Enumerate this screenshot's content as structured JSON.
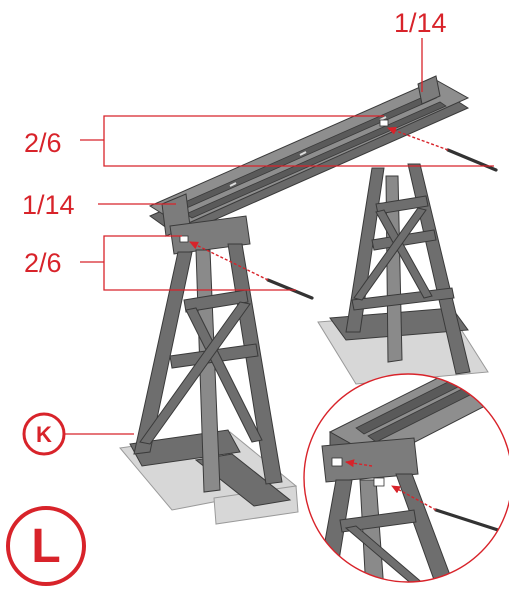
{
  "labels": {
    "top_right": "1/14",
    "upper_left_part": "2/6",
    "deck_part": "1/14",
    "lower_left_part": "2/6",
    "k_badge": "K",
    "l_badge": "L"
  },
  "colors": {
    "accent": "#d8232a",
    "structure": "#6e6e6e",
    "base": "#d7d7d7"
  },
  "icons": [
    "pin-icon",
    "arrow-icon",
    "circle-badge-icon"
  ]
}
